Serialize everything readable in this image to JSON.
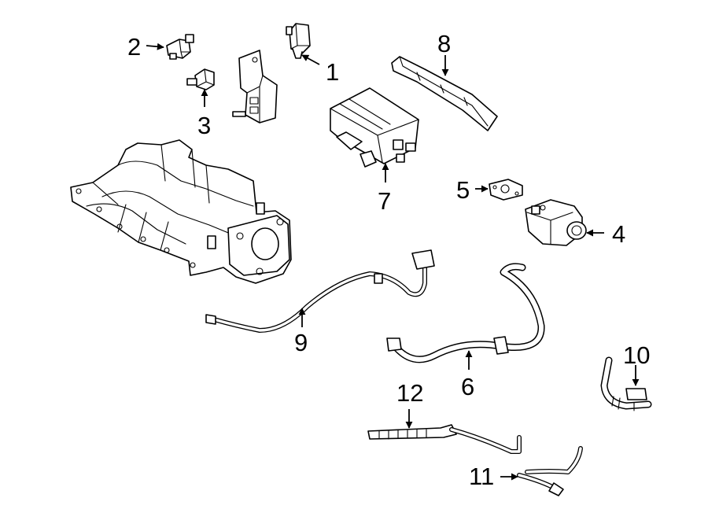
{
  "diagram": {
    "callouts": [
      {
        "id": "1",
        "text": "1"
      },
      {
        "id": "2",
        "text": "2"
      },
      {
        "id": "3",
        "text": "3"
      },
      {
        "id": "4",
        "text": "4"
      },
      {
        "id": "5",
        "text": "5"
      },
      {
        "id": "6",
        "text": "6"
      },
      {
        "id": "7",
        "text": "7"
      },
      {
        "id": "8",
        "text": "8"
      },
      {
        "id": "9",
        "text": "9"
      },
      {
        "id": "10",
        "text": "10"
      },
      {
        "id": "11",
        "text": "11"
      },
      {
        "id": "12",
        "text": "12"
      }
    ],
    "colors": {
      "line": "#000000",
      "background": "#ffffff"
    }
  }
}
